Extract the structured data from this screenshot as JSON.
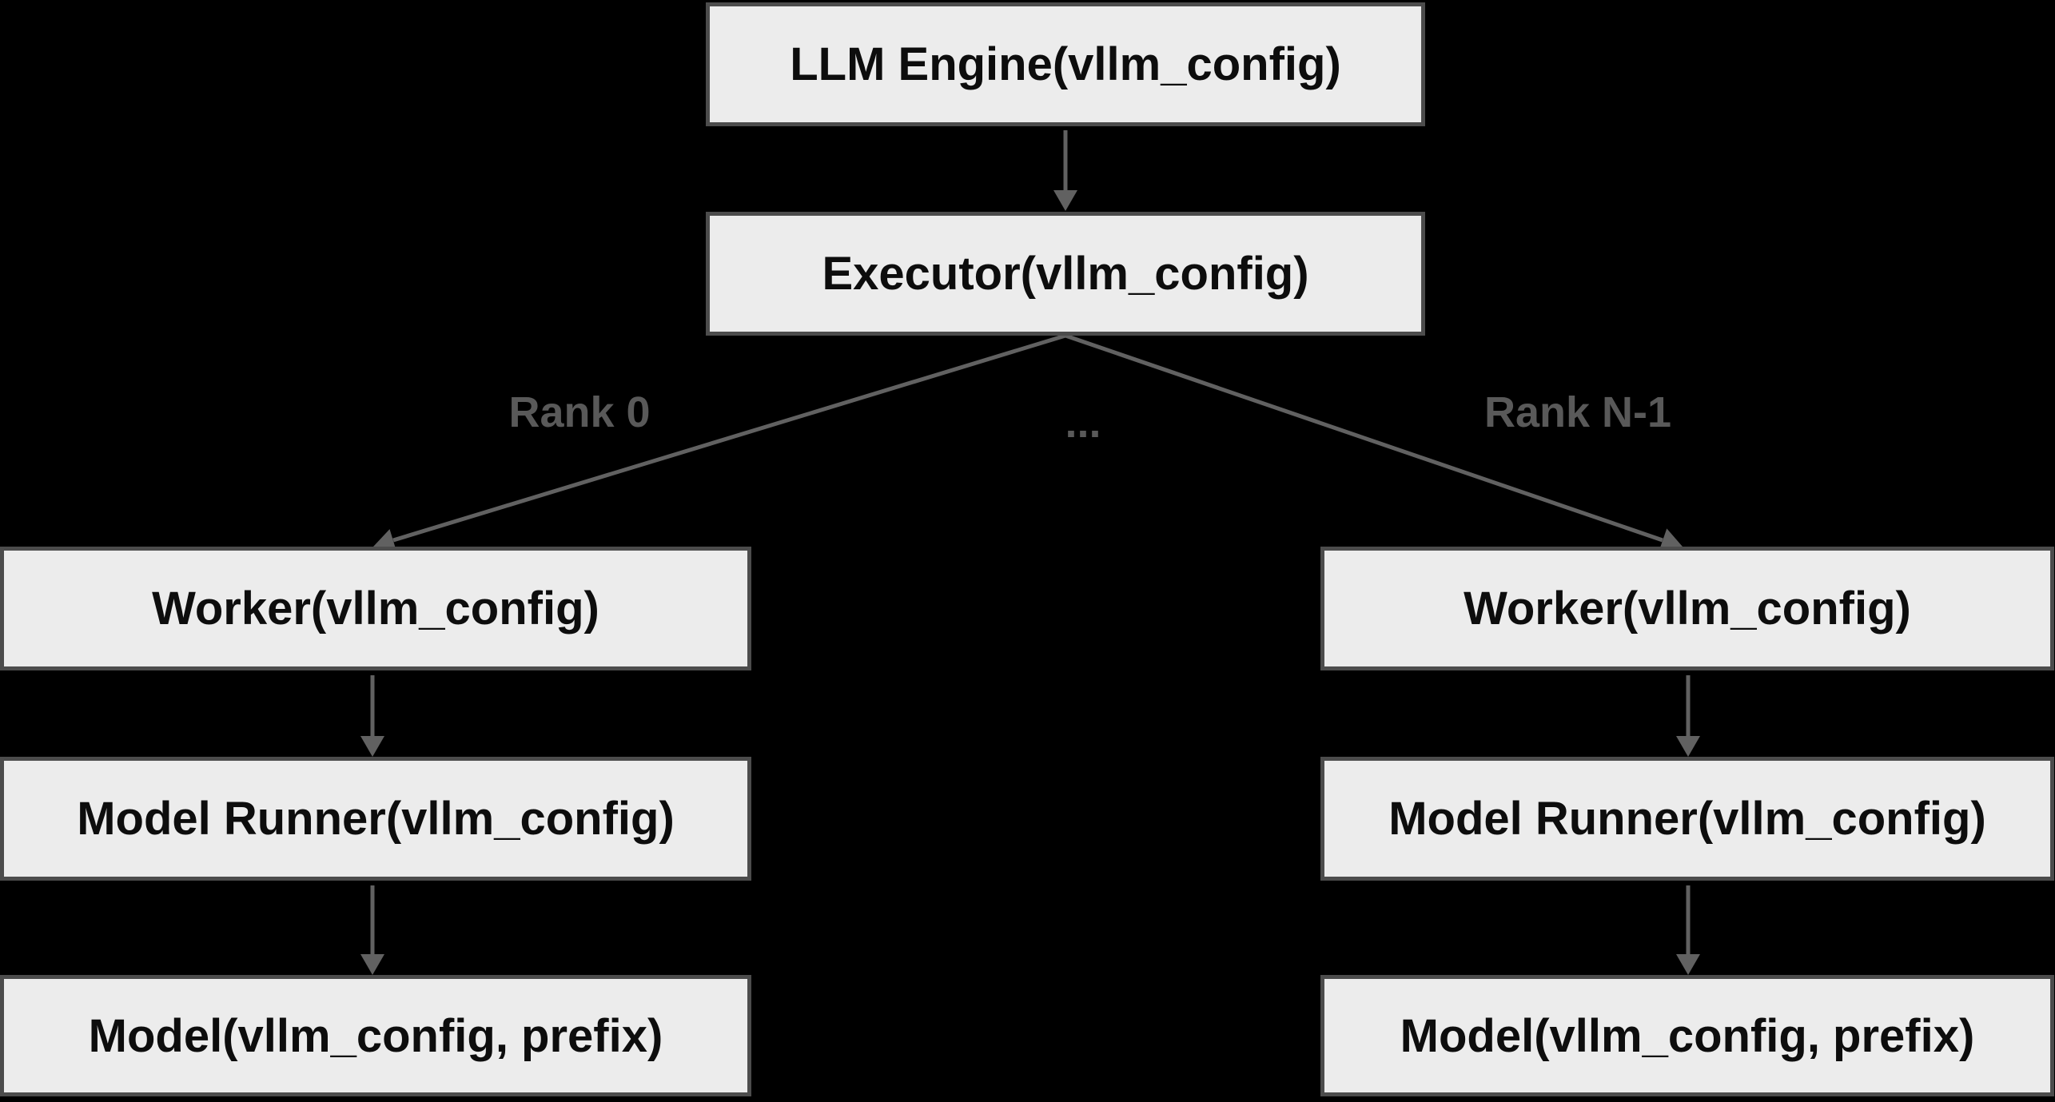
{
  "theme": {
    "background": "#000000",
    "node_fill": "#ececec",
    "node_border": "#4c4c4c",
    "node_text": "#0d0d0d",
    "edge": "#616161",
    "label": "#595959"
  },
  "diagram": {
    "nodes": {
      "llm_engine": "LLM Engine(vllm_config)",
      "executor": "Executor(vllm_config)",
      "worker_left": "Worker(vllm_config)",
      "worker_right": "Worker(vllm_config)",
      "model_runner_left": "Model Runner(vllm_config)",
      "model_runner_right": "Model Runner(vllm_config)",
      "model_left": "Model(vllm_config, prefix)",
      "model_right": "Model(vllm_config, prefix)"
    },
    "edge_labels": {
      "rank_0": "Rank 0",
      "ellipsis": "...",
      "rank_n_minus_1": "Rank N-1"
    },
    "edges": [
      {
        "from": "llm_engine",
        "to": "executor",
        "label": ""
      },
      {
        "from": "executor",
        "to": "worker_left",
        "label": "Rank 0"
      },
      {
        "from": "executor",
        "to": "worker_right",
        "label": "Rank N-1"
      },
      {
        "from": "worker_left",
        "to": "model_runner_left",
        "label": ""
      },
      {
        "from": "worker_right",
        "to": "model_runner_right",
        "label": ""
      },
      {
        "from": "model_runner_left",
        "to": "model_left",
        "label": ""
      },
      {
        "from": "model_runner_right",
        "to": "model_right",
        "label": ""
      }
    ]
  }
}
